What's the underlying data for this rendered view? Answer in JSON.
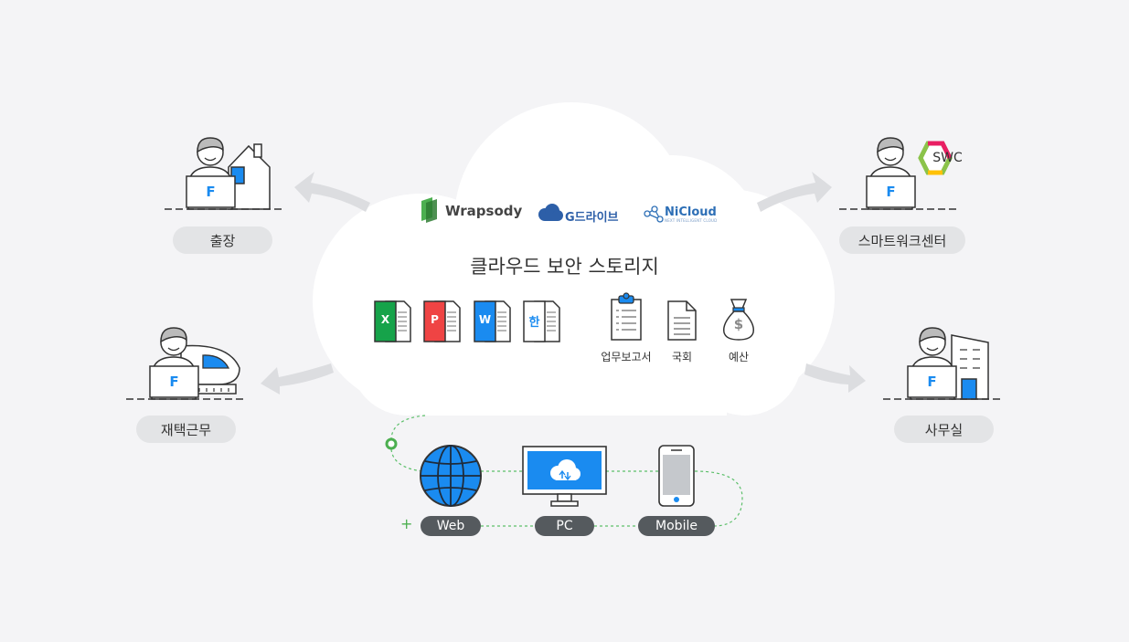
{
  "cloud": {
    "title": "클라우드 보안 스토리지",
    "brands": {
      "wrapsody": "Wrapsody",
      "gdrive": "G드라이브",
      "nicloud": "NiCloud",
      "nicloud_sub": "NEXT INTELLIGENT CLOUD"
    },
    "file_icons": [
      {
        "letter": "X",
        "color": "#16a34a"
      },
      {
        "letter": "P",
        "color": "#ef4444"
      },
      {
        "letter": "W",
        "color": "#1a8bf0"
      },
      {
        "letter": "한",
        "color": "#1a8bf0"
      }
    ],
    "doc_labels": {
      "report": "업무보고서",
      "assembly": "국회",
      "budget": "예산"
    },
    "budget_symbol": "$"
  },
  "locations": {
    "business_trip": "출장",
    "remote_work": "재택근무",
    "smart_work_center": "스마트워크센터",
    "office": "사무실",
    "swc_logo": "SWC",
    "laptop_letter": "F"
  },
  "devices": {
    "web": "Web",
    "pc": "PC",
    "mobile": "Mobile",
    "plus": "+"
  },
  "colors": {
    "accent": "#1a8bf0",
    "cloud": "#ffffff",
    "pill_bg": "#e3e4e6",
    "dark_pill": "#555a5e",
    "green": "#4caf50"
  }
}
